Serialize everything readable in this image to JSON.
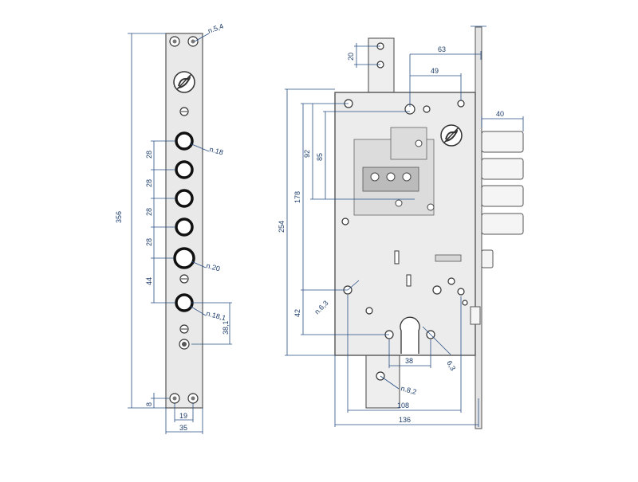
{
  "diagram": {
    "strike_plate": {
      "labels": {
        "top_hole": "n.5,4",
        "hole_18": "n.18",
        "hole_20": "n.20",
        "hole_18_1": "n.18,1"
      },
      "dims": {
        "height": "356",
        "spacing_1": "28",
        "spacing_2": "28",
        "spacing_3": "28",
        "spacing_4": "28",
        "spacing_5": "44",
        "offset_38_1": "38,1",
        "bottom_8": "8",
        "width_19": "19",
        "width_35": "35"
      }
    },
    "lock_body": {
      "labels": {
        "hole_6_3a": "n.6,3",
        "hole_6_3b": "6,3",
        "hole_8_2": "n.8,2"
      },
      "dims": {
        "top_20": "20",
        "top_63": "63",
        "top_49": "49",
        "right_40": "40",
        "v_92": "92",
        "v_85": "85",
        "v_178": "178",
        "v_254": "254",
        "v_42": "42",
        "h_38": "38",
        "h_108": "108",
        "h_136": "136"
      }
    }
  }
}
